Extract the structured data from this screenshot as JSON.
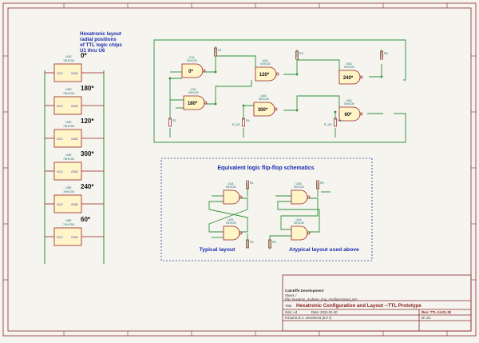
{
  "colors": {
    "paper": "#f5f4ef",
    "frame": "#8a2a2a",
    "wire": "#2f8f3a",
    "symbol": "#9a2020",
    "symbol_fill": "#fff5c8",
    "pin_text": "#2a3aa8",
    "heading": "#1a2bb0",
    "dash_box": "#2b3a9a",
    "ref_text": "#0f6a6a"
  },
  "heading_note": {
    "lines": [
      "Hexatronic layout",
      "radial positions",
      "of TTL logic chips",
      "U1 thru U6"
    ]
  },
  "left_chips": [
    {
      "ref": "U1E",
      "value": "74HC00",
      "angle": "0*"
    },
    {
      "ref": "U2E",
      "value": "74HC00",
      "angle": "180*"
    },
    {
      "ref": "U3E",
      "value": "74HC00",
      "angle": "120*"
    },
    {
      "ref": "U4E",
      "value": "74HC00",
      "angle": "300*"
    },
    {
      "ref": "U5E",
      "value": "74HC00",
      "angle": "240*"
    },
    {
      "ref": "U6E",
      "value": "74HC00",
      "angle": "60*"
    }
  ],
  "pin_vcc": "VCC",
  "pin_gnd": "GND",
  "gates_top": [
    {
      "ref": "U1A",
      "value": "74HC00",
      "label": "0*"
    },
    {
      "ref": "U2A",
      "value": "74HC00",
      "label": "180*"
    },
    {
      "ref": "U3A",
      "value": "74HC00",
      "label": "120*"
    },
    {
      "ref": "U4A",
      "value": "74HC00",
      "label": "300*"
    },
    {
      "ref": "U5A",
      "value": "74HC00",
      "label": "240*"
    },
    {
      "ref": "U6A",
      "value": "74HC00",
      "label": "60*"
    }
  ],
  "resistors_top": [
    {
      "ref": "R1"
    },
    {
      "ref": "R2"
    },
    {
      "ref": "R3"
    },
    {
      "ref": "R4",
      "value": "R_US"
    },
    {
      "ref": "R5"
    },
    {
      "ref": "R6",
      "value": "R_US"
    }
  ],
  "ff_box": {
    "title": "Equivalent logic flip-flop schematics",
    "left_caption": "Typical layout",
    "right_caption": "Atypical layout used above",
    "gates": [
      {
        "ref": "U1A",
        "value": "74HC00"
      },
      {
        "ref": "U2A",
        "value": "74HC00"
      },
      {
        "ref": "U3A",
        "value": "74HC00"
      },
      {
        "ref": "U4A",
        "value": "74HC00"
      }
    ],
    "resistors": [
      "R1",
      "R2",
      "R3",
      "R4"
    ]
  },
  "title_block": {
    "company": "CalcEffe Development",
    "sheet": "Sheet: /",
    "file": "File: hexatron_3-phase_ring_oscillator.kicad_sch",
    "title_label": "Title:",
    "title": "Hexatronic Configuration and Layout  --TTL Prototype",
    "size": "Size: A4",
    "date": "Date: 2024-01-30",
    "rev": "Rev: TTL.24.01.30",
    "tool": "KiCad E.D.A.  eeschema (6.0.7)",
    "id": "Id: 1/1"
  }
}
